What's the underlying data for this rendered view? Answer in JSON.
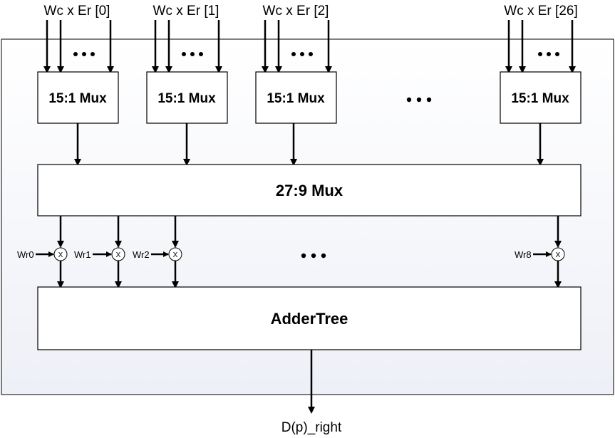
{
  "diagram": {
    "inputs": [
      {
        "label": "Wc x Er [0]"
      },
      {
        "label": "Wc x Er [1]"
      },
      {
        "label": "Wc x Er [2]"
      },
      {
        "label": "Wc x Er [26]"
      }
    ],
    "mux_small_label": "15:1 Mux",
    "mux_big_label": "27:9 Mux",
    "weights": [
      "Wr0",
      "Wr1",
      "Wr2",
      "Wr8"
    ],
    "multiplier_symbol": "X",
    "adder_label": "AdderTree",
    "output_label": "D(p)_right"
  }
}
